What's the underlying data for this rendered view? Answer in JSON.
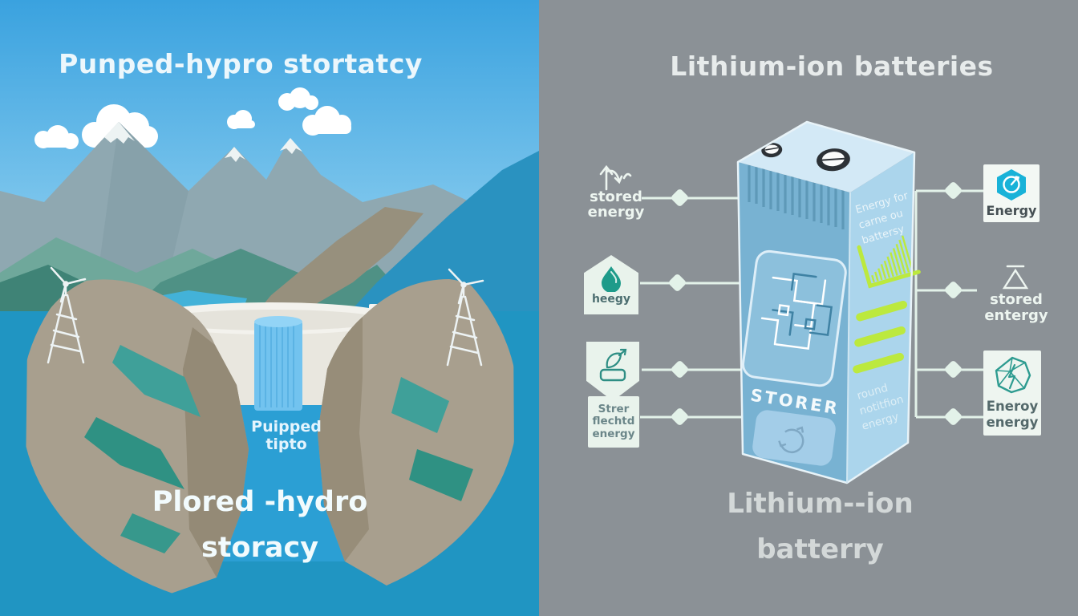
{
  "left_panel": {
    "title": "Punped-hypro stortatcy",
    "dam_label": {
      "line1": "Puipped",
      "line2": "tipto"
    },
    "caption": {
      "line1": "Plored -hydro",
      "line2": "storacy"
    },
    "scene": "pumped-hydro dam between cliffs with wind turbines, mountains, lake and clouds"
  },
  "right_panel": {
    "title": "Lithium-ion batteries",
    "caption": {
      "line1": "Lithium--ion",
      "line2": "batterry"
    },
    "battery": {
      "front_label": "STORER",
      "face_top_lines": {
        "l1": "Energy for",
        "l2": "carne ou",
        "l3": "battersy"
      },
      "face_bottom_lines": {
        "l1": "round",
        "l2": "notitfion",
        "l3": "energy"
      }
    },
    "callouts_left": {
      "stored_energy": {
        "line1": "stored",
        "line2": "energy"
      },
      "heegy": {
        "label": "heegy"
      },
      "strer": {
        "line1": "Strer",
        "line2": "flechtd",
        "line3": "energy"
      }
    },
    "callouts_right": {
      "energy_card": {
        "label": "Energy"
      },
      "stored_entergy": {
        "line1": "stored",
        "line2": "entergy"
      },
      "eneroy_card": {
        "line1": "Eneroy",
        "line2": "energy"
      }
    }
  },
  "colors": {
    "water_teal": "#2095c2",
    "sky_top": "#3aa2df",
    "sky_bottom": "#a6dcf5",
    "gray_bg": "#8b9196",
    "battery_front": "#78b2d2",
    "battery_side": "#abd5ec",
    "battery_top": "#d3e9f6",
    "chart_green": "#bce93e",
    "badge_mint": "#e9f3ec",
    "icon_teal": "#2d9b90",
    "hex_cyan": "#18b2d8",
    "cliff_tan": "#a89f8e"
  }
}
